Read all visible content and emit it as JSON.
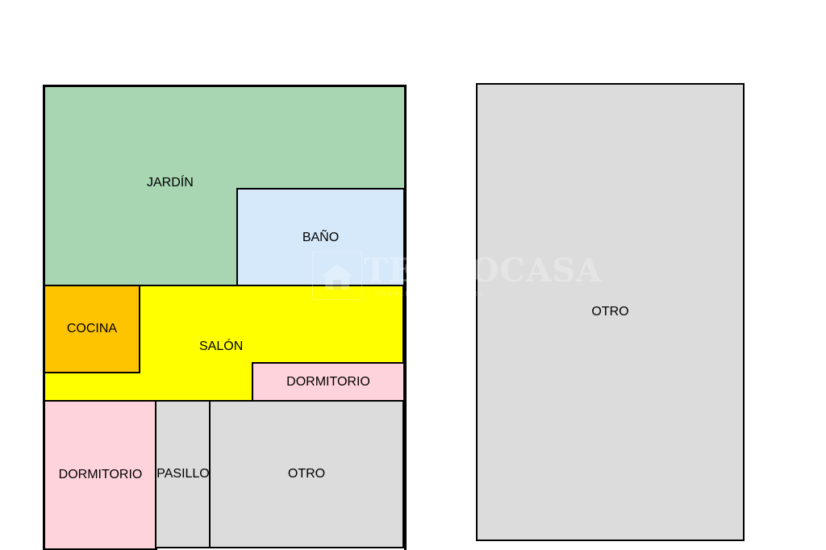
{
  "floorplan": {
    "rooms": {
      "jardin": "JARDÍN",
      "bano": "BAÑO",
      "cocina": "COCINA",
      "salon": "SALÓN",
      "dormitorio_small": "DORMITORIO",
      "dormitorio_large": "DORMITORIO",
      "pasillo": "PASILLO",
      "otro_small": "OTRO",
      "otro_large": "OTRO"
    },
    "watermark": {
      "text": "TECNOCASA",
      "subtext": "FRANCHISING NETWORK"
    }
  },
  "colors": {
    "jardin": "#a8d5b2",
    "bano": "#d6e9fb",
    "cocina": "#ffc400",
    "salon": "#ffff00",
    "dormitorio": "#ffd3dc",
    "pasillo": "#dcdcdc",
    "otro": "#dcdcdc"
  }
}
